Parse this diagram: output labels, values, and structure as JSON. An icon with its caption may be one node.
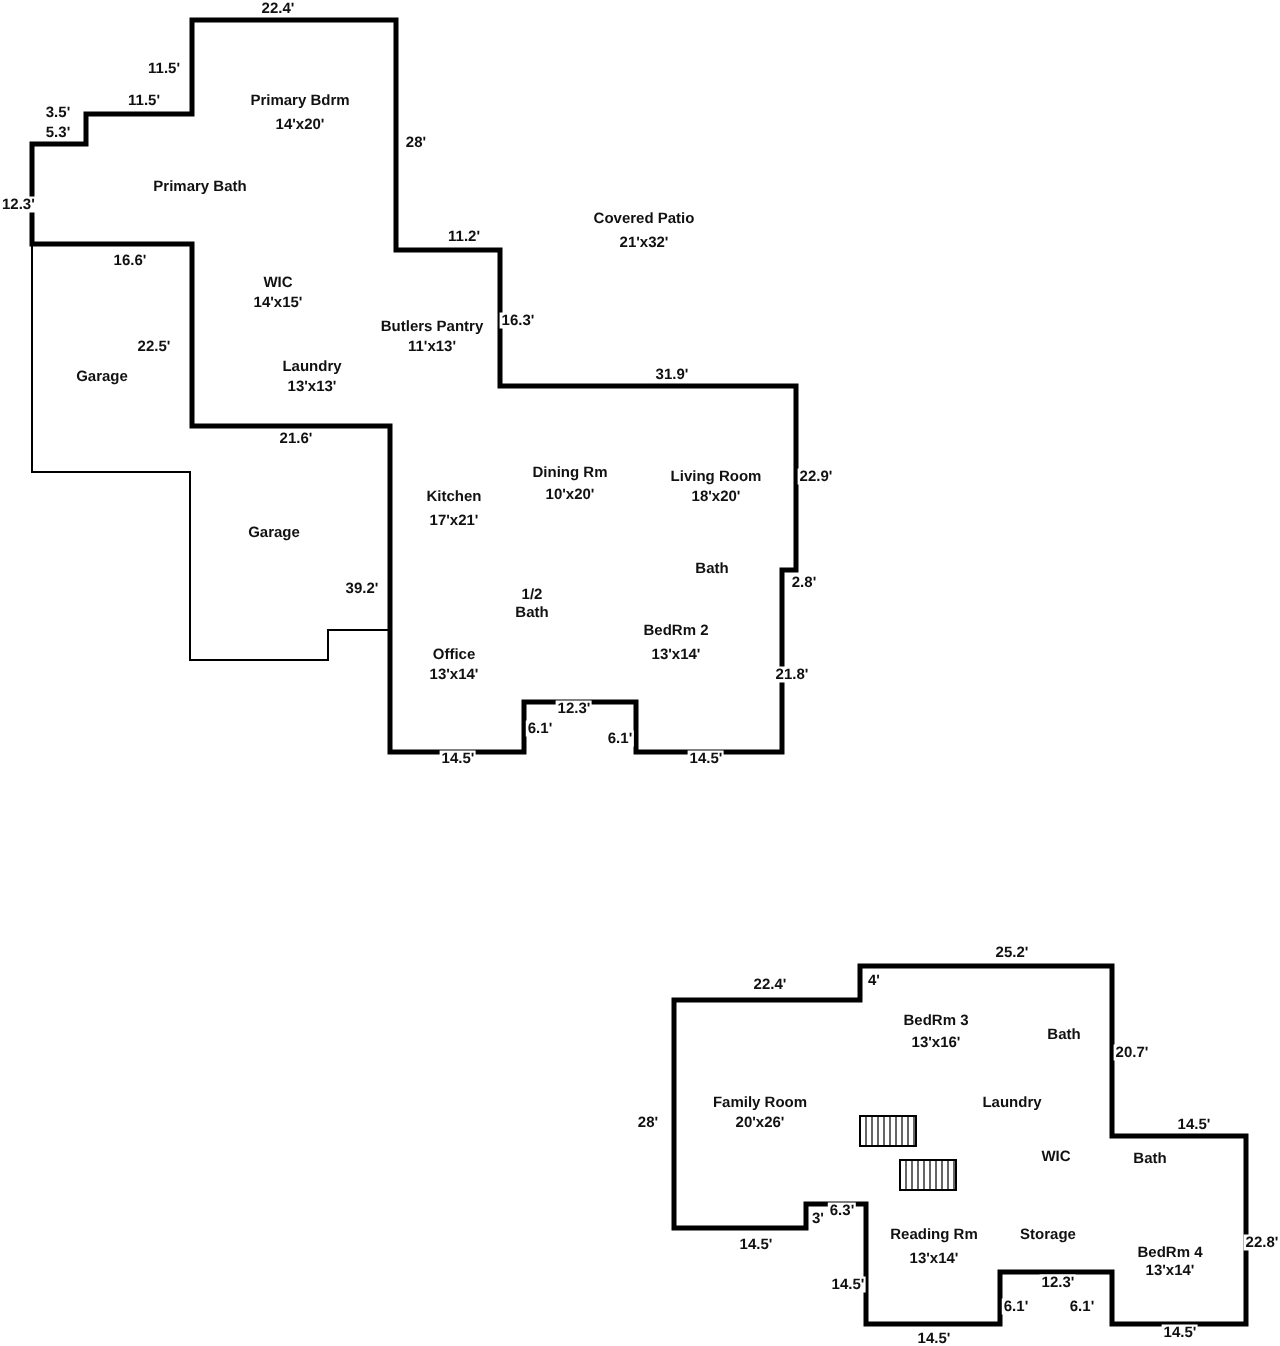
{
  "diagram": {
    "labels": [
      "22.4'",
      "11.5'",
      "Primary Bdrm",
      "14'x20'",
      "3.5'",
      "11.5'",
      "5.3'",
      "28'",
      "Primary Bath",
      "12.3'",
      "Covered Patio",
      "21'x32'",
      "11.2'",
      "16.6'",
      "WIC",
      "14'x15'",
      "Butlers Pantry",
      "11'x13'",
      "16.3'",
      "22.5'",
      "Garage",
      "Laundry",
      "13'x13'",
      "31.9'",
      "21.6'",
      "Dining Rm",
      "Living Room",
      "22.9'",
      "Kitchen",
      "10'x20'",
      "18'x20'",
      "17'x21'",
      "Garage",
      "Bath",
      "39.2'",
      "2.8'",
      "1/2",
      "Bath",
      "BedRm 2",
      "Office",
      "13'x14'",
      "13'x14'",
      "21.8'",
      "12.3'",
      "6.1'",
      "6.1'",
      "14.5'",
      "14.5'",
      "25.2'",
      "22.4'",
      "4'",
      "BedRm 3",
      "13'x16'",
      "Bath",
      "20.7'",
      "28'",
      "Family Room",
      "20'x26'",
      "Laundry",
      "14.5'",
      "WIC",
      "Bath",
      "14.5'",
      "3'",
      "6.3'",
      "Reading Rm",
      "13'x14'",
      "Storage",
      "22.8'",
      "BedRm 4",
      "13'x14'",
      "14.5'",
      "12.3'",
      "6.1'",
      "6.1'",
      "14.5'",
      "14.5'"
    ]
  }
}
